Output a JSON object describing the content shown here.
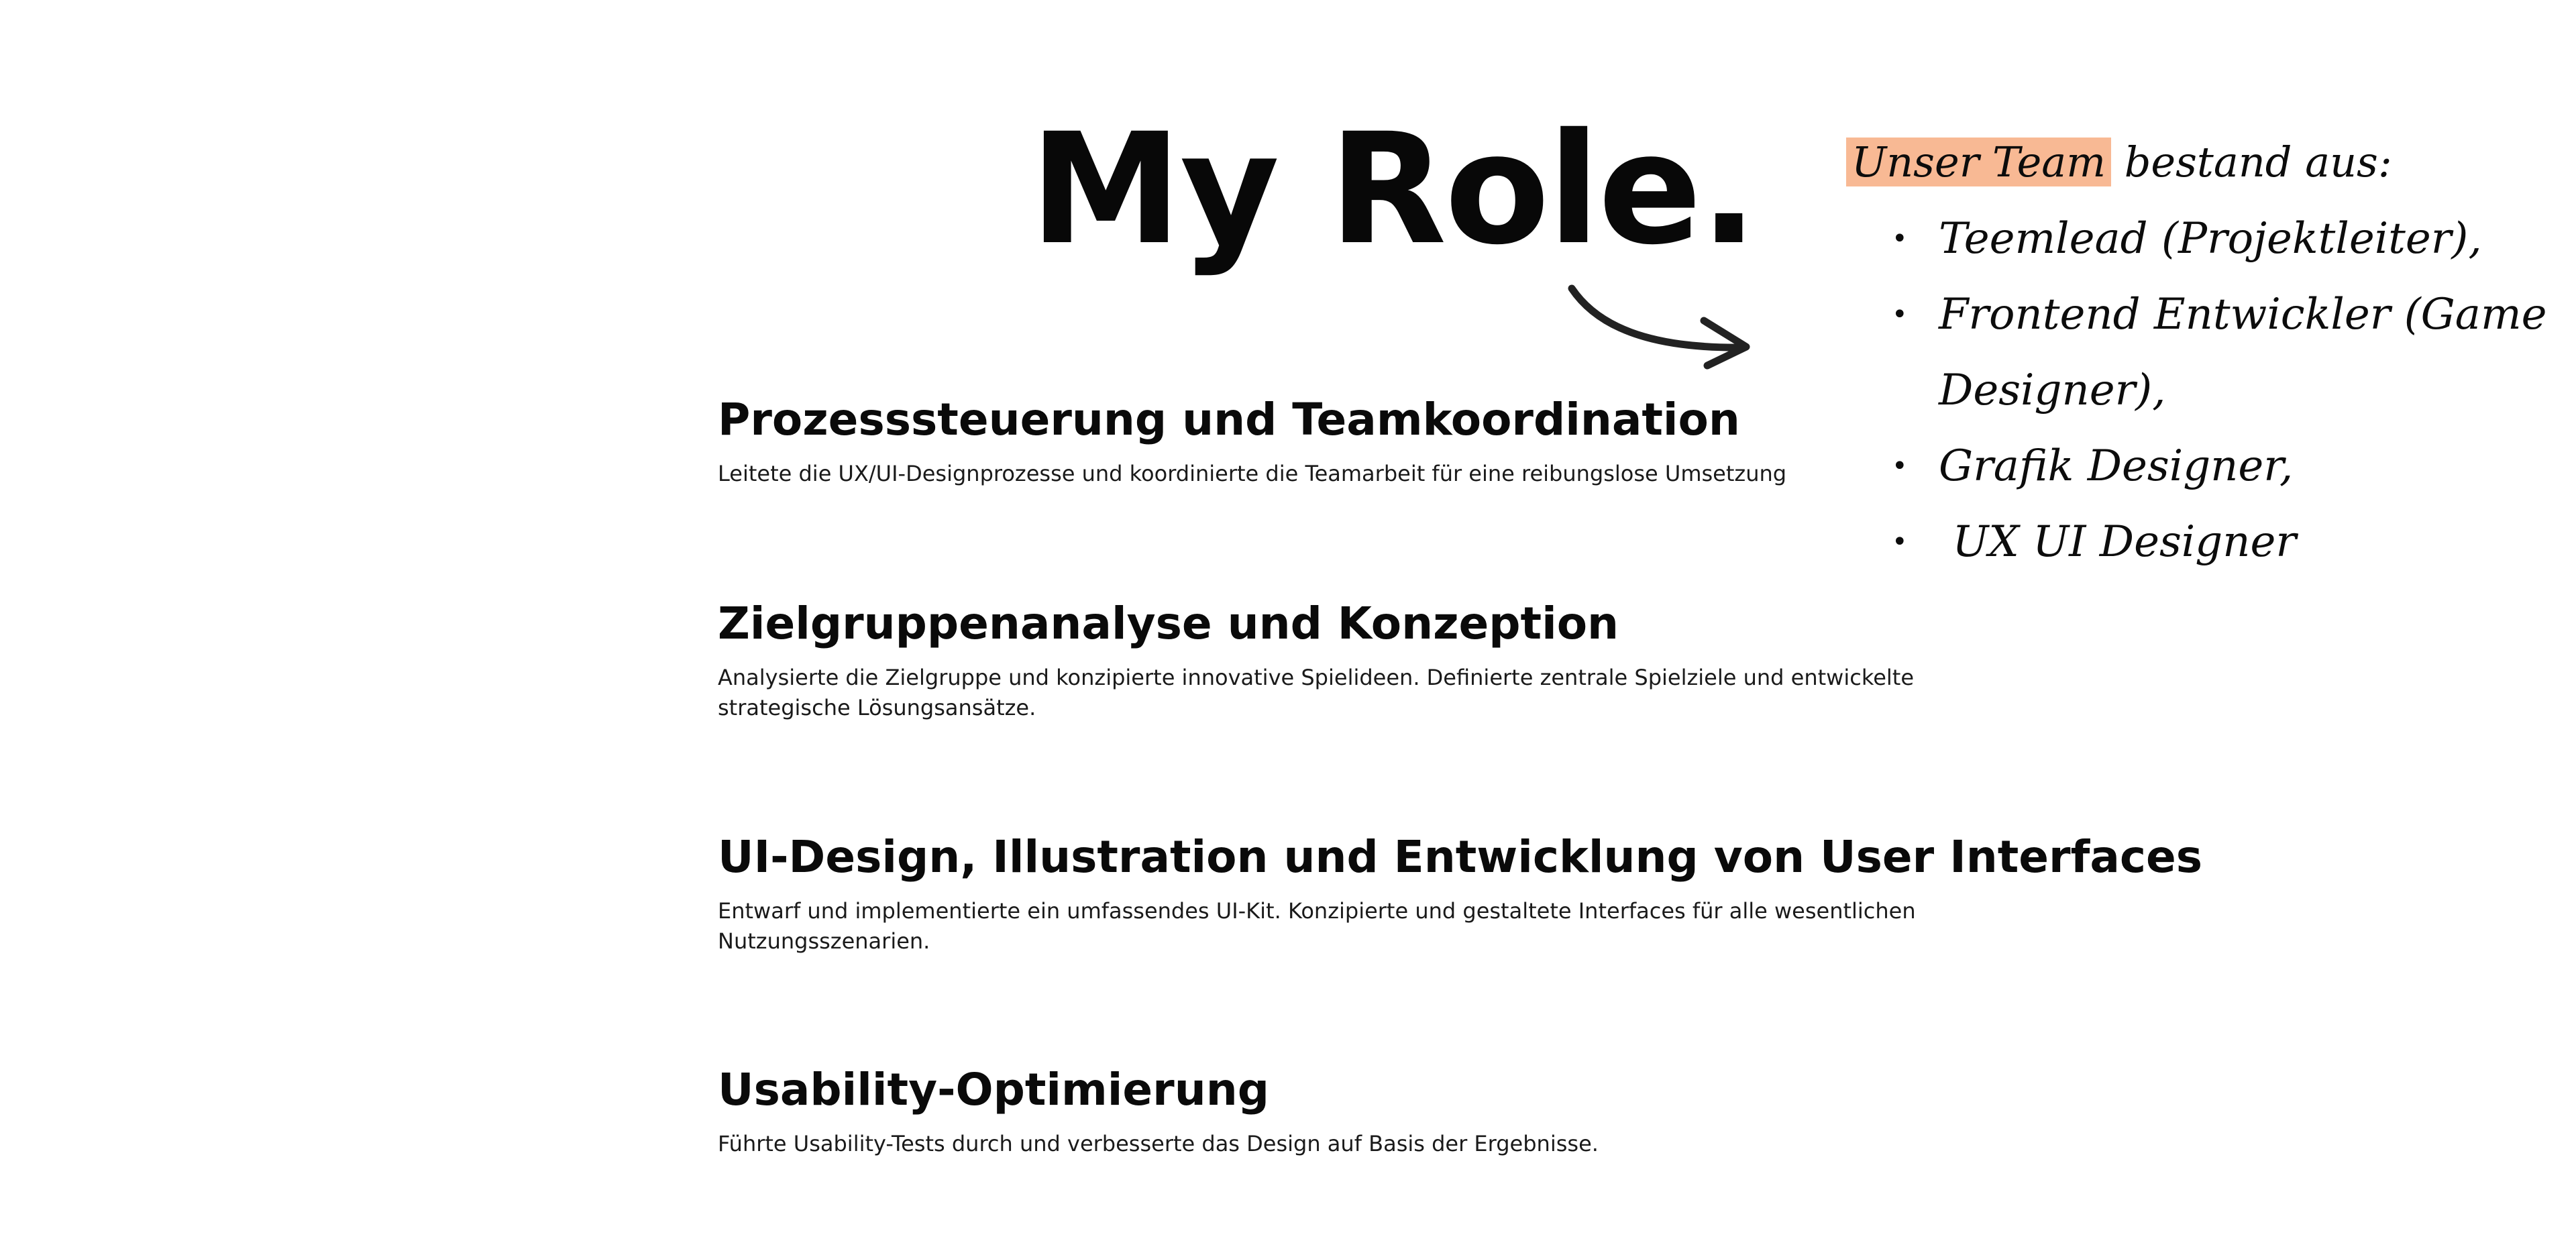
{
  "page": {
    "title": "My Role."
  },
  "roles": [
    {
      "title": "Prozesssteuerung und Teamkoordination",
      "description": "Leitete die UX/UI-Designprozesse und koordinierte die Teamarbeit für eine reibungslose Umsetzung"
    },
    {
      "title": "Zielgruppenanalyse und Konzeption",
      "description": "Analysierte die Zielgruppe und konzipierte innovative Spielideen. Definierte zentrale Spielziele und entwickelte strategische Lösungsansätze."
    },
    {
      "title": "UI-Design, Illustration und Entwicklung von User Interfaces",
      "description": "Entwarf und implementierte ein umfassendes UI-Kit. Konzipierte und gestaltete Interfaces für alle wesentlichen Nutzungsszenarien."
    },
    {
      "title": "Usability-Optimierung",
      "description": "Führte Usability-Tests durch und verbesserte das Design auf Basis der Ergebnisse."
    }
  ],
  "team": {
    "heading_highlight": "Unser Team",
    "heading_rest": " bestand aus:",
    "bullet": "•",
    "members": [
      "Teemlead (Projektleiter),",
      "Frontend Entwickler (Game Designer),",
      "Grafik Designer,",
      " UX UI Designer"
    ]
  },
  "colors": {
    "highlight": "#f8b994",
    "text": "#0a0a0a",
    "background": "#ffffff"
  },
  "icons": {
    "arrow": "hand-drawn-arrow-icon"
  }
}
